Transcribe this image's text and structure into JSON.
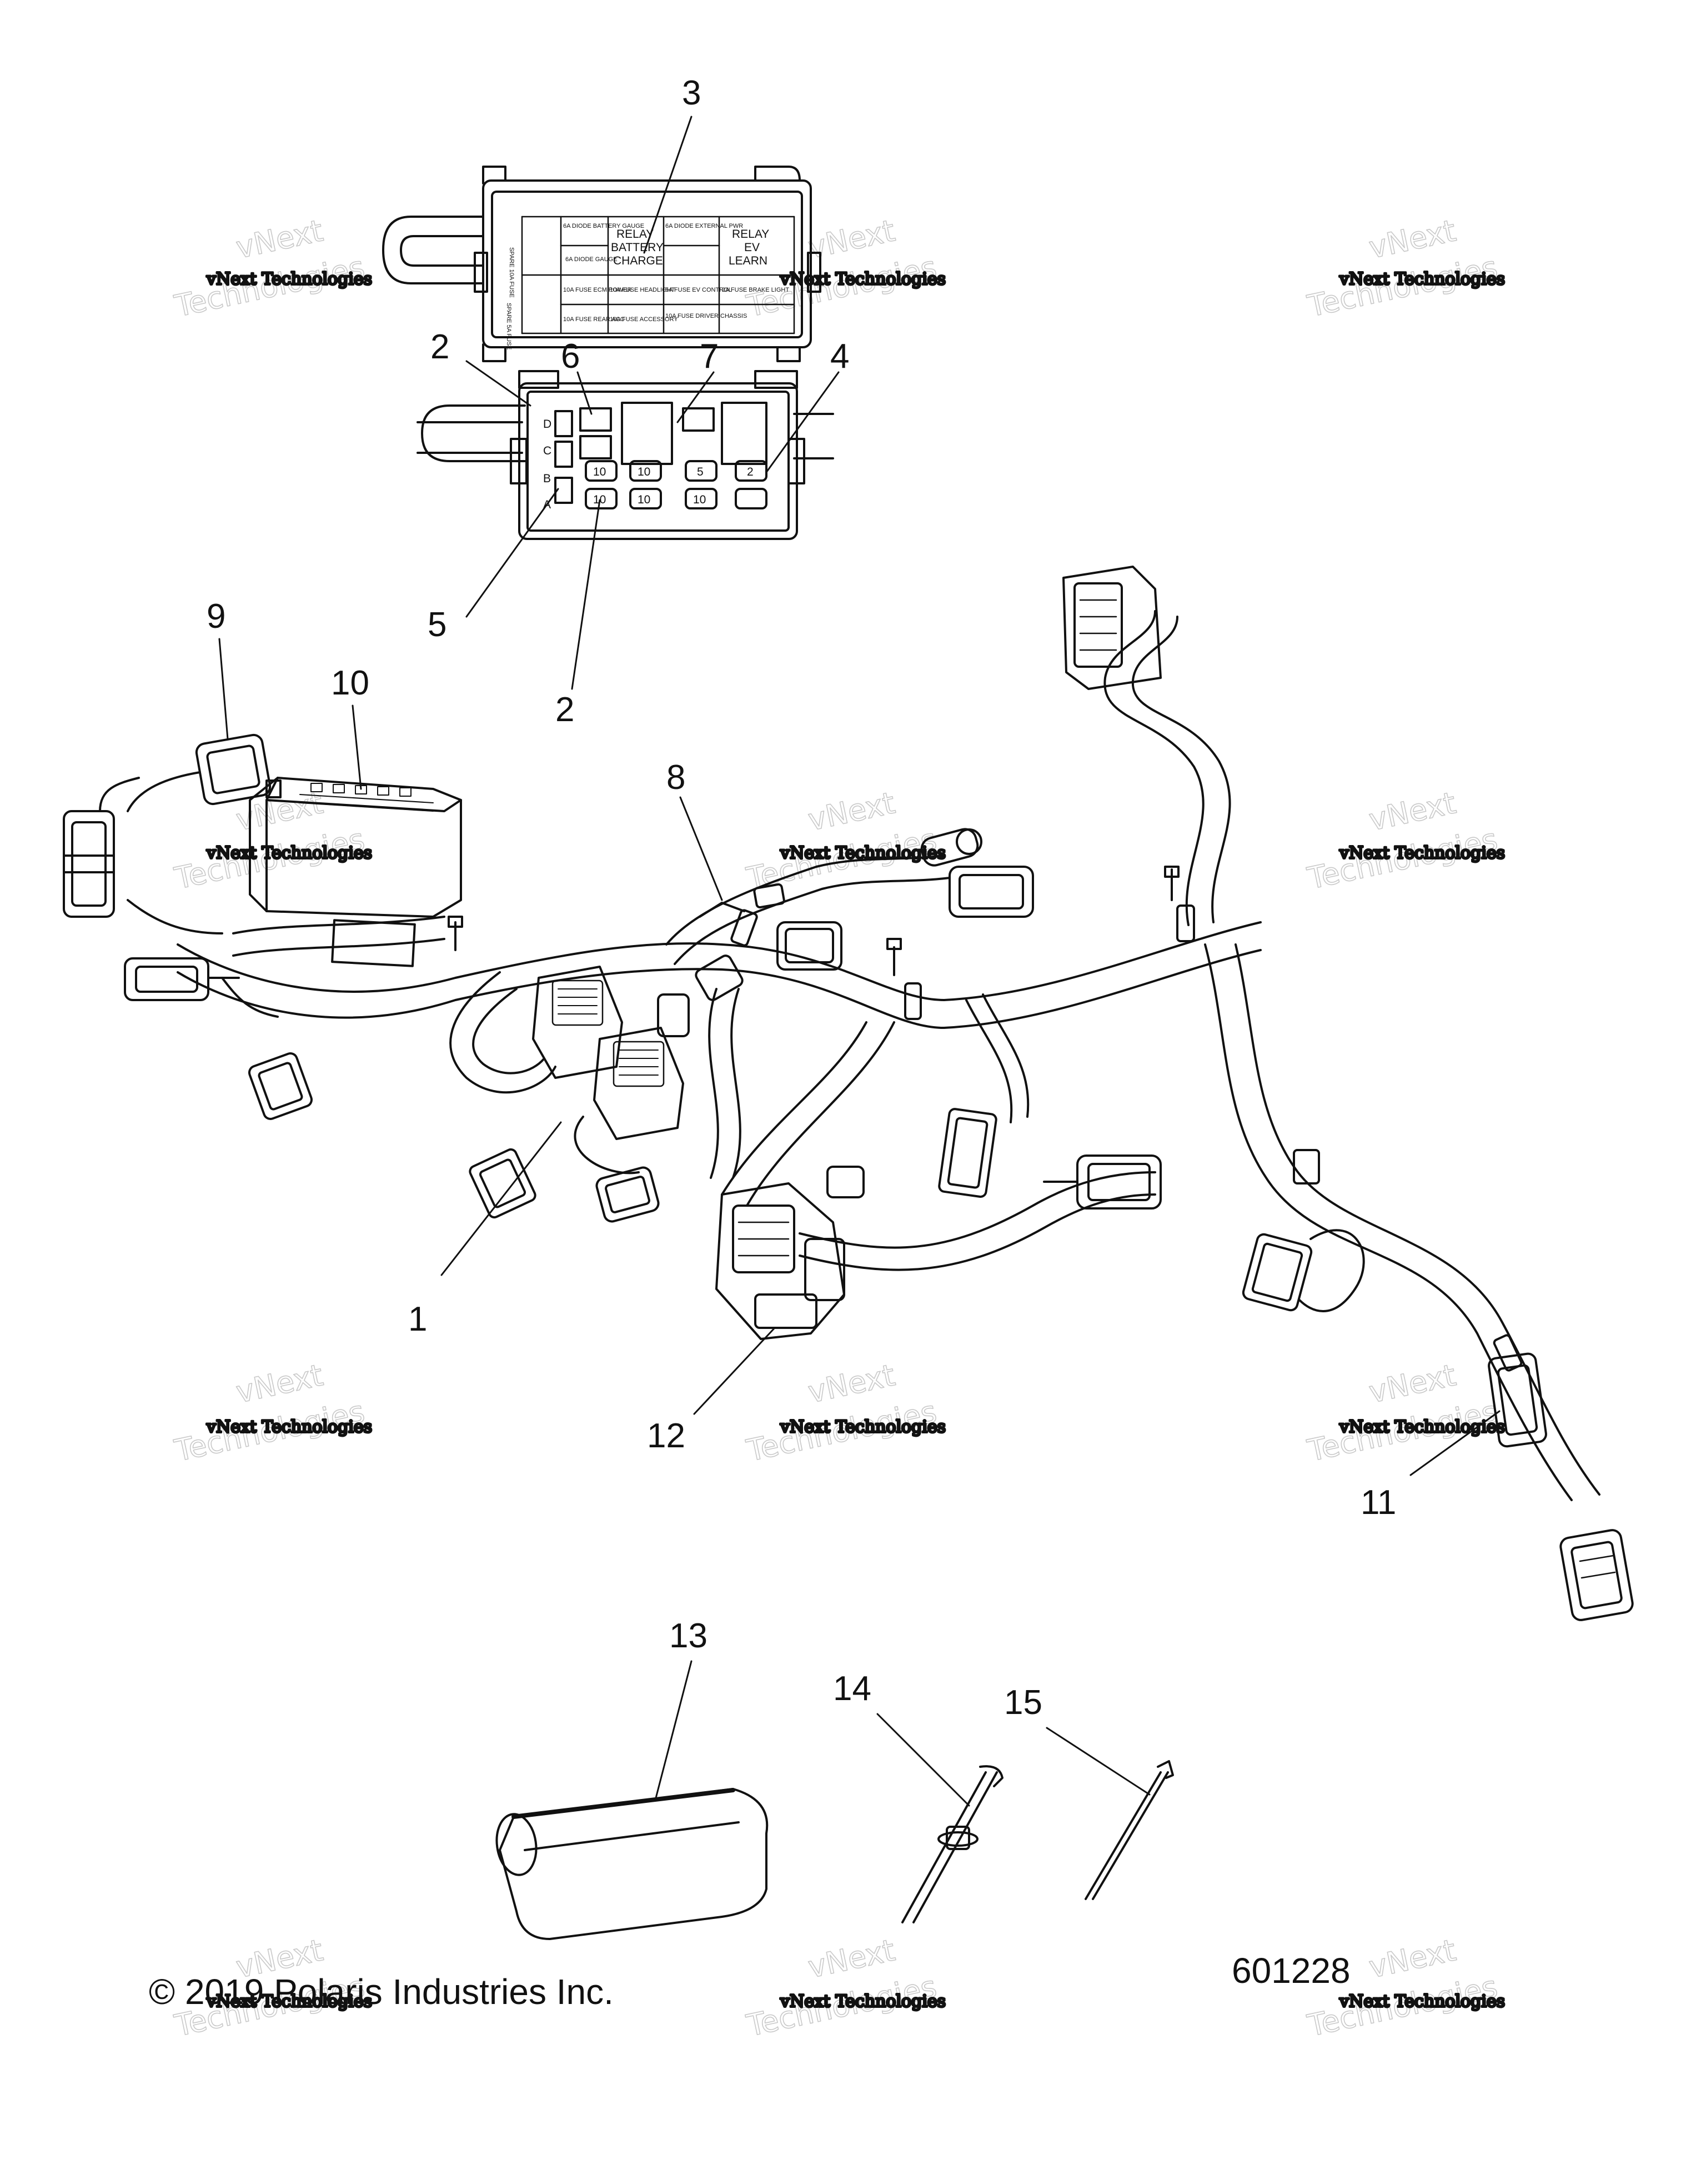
{
  "callouts": {
    "c1": "1",
    "c2a": "2",
    "c2b": "2",
    "c3": "3",
    "c4": "4",
    "c5": "5",
    "c6": "6",
    "c7": "7",
    "c8": "8",
    "c9": "9",
    "c10": "10",
    "c11": "11",
    "c12": "12",
    "c13": "13",
    "c14": "14",
    "c15": "15"
  },
  "fuse_box_labels": {
    "spare_10a": "SPARE 10A FUSE",
    "spare_5a": "SPARE 5A FUSE",
    "diode_battery_gauge": "6A DIODE BATTERY GAUGE",
    "diode_gauge": "6A DIODE GAUGE",
    "relay_battery_charge_1": "RELAY",
    "relay_battery_charge_2": "BATTERY",
    "relay_battery_charge_3": "CHARGE",
    "diode_external_pwr": "6A DIODE EXTERNAL PWR",
    "relay_ev_learn_1": "RELAY",
    "relay_ev_learn_2": "EV",
    "relay_ev_learn_3": "LEARN",
    "fuse_ecm_power": "10A FUSE ECM POWER",
    "fuse_headlight": "10A FUSE HEADLIGHT",
    "fuse_ev_control": "5A FUSE EV CONTROL",
    "fuse_brake_light": "2A FUSE BRAKE LIGHT",
    "fuse_rear_acc": "10A FUSE REAR ACC",
    "fuse_accessory": "10A FUSE ACCESSORY",
    "fuse_driver_chassis": "10A FUSE DRIVER CHASSIS"
  },
  "fuse_block_labels": {
    "row_d": "D",
    "row_c": "C",
    "row_b": "B",
    "row_a": "A",
    "f10_1": "10",
    "f10_2": "10",
    "f10_3": "10",
    "f10_4": "10",
    "f10_5": "10",
    "f5": "5",
    "f2": "2"
  },
  "watermark": {
    "line1": "vNext Technologies",
    "line2": "Technologies",
    "prefix": "vNext"
  },
  "footer": {
    "copyright": "© 2019 Polaris Industries Inc.",
    "drawing_number": "601228"
  }
}
